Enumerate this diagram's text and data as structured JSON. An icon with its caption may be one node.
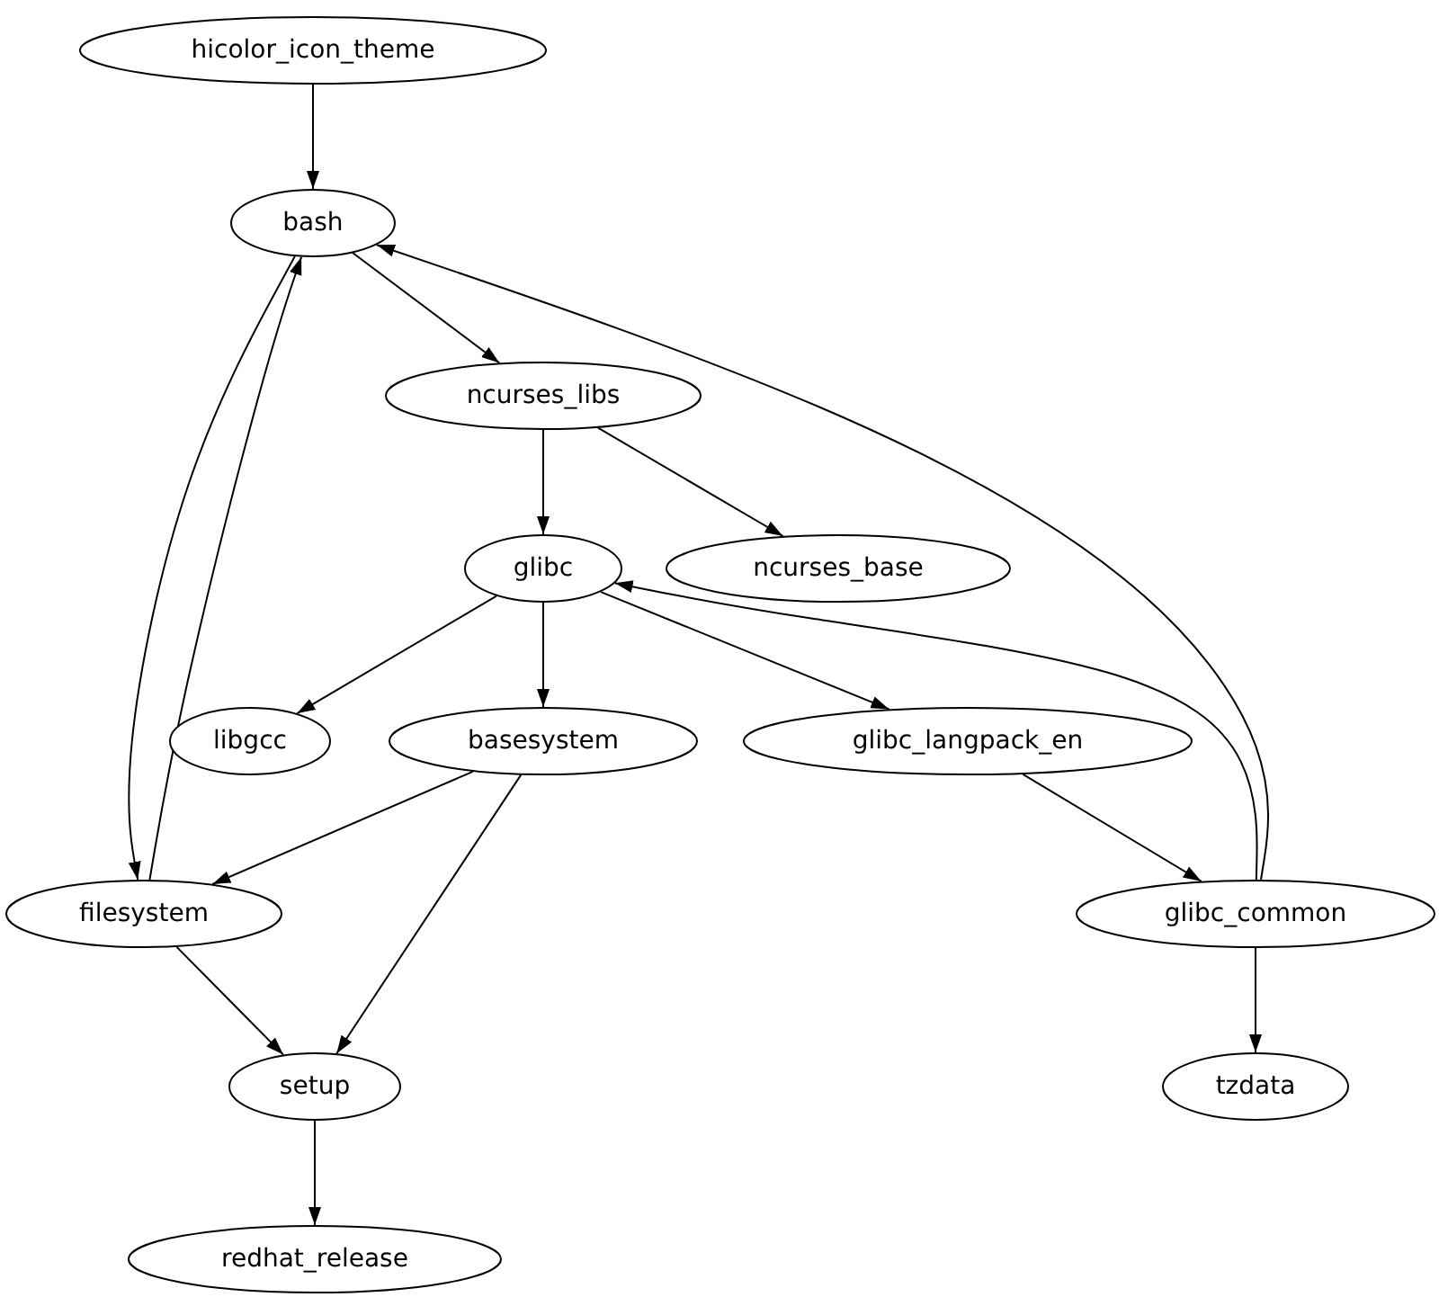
{
  "diagram": {
    "nodes": [
      {
        "text": [
          "hicolor_icon_theme"
        ]
      },
      {
        "text": [
          "bash"
        ]
      },
      {
        "text": [
          "ncurses_libs"
        ]
      },
      {
        "text": [
          "glibc"
        ]
      },
      {
        "text": [
          "ncurses_base"
        ]
      },
      {
        "text": [
          "libgcc"
        ]
      },
      {
        "text": [
          "basesystem"
        ]
      },
      {
        "text": [
          "glibc_langpack_en"
        ]
      },
      {
        "text": [
          "filesystem"
        ]
      },
      {
        "text": [
          "glibc_common"
        ]
      },
      {
        "text": [
          "setup"
        ]
      },
      {
        "text": [
          "tzdata"
        ]
      },
      {
        "text": [
          "redhat_release"
        ]
      }
    ],
    "edges": [
      {
        "from": 0,
        "to": 1,
        "arrow": "to"
      },
      {
        "from": 1,
        "to": 2,
        "arrow": "to"
      },
      {
        "from": 1,
        "to": 8,
        "arrow": "to"
      },
      {
        "from": 8,
        "to": 1,
        "arrow": "to"
      },
      {
        "from": 2,
        "to": 3,
        "arrow": "to"
      },
      {
        "from": 2,
        "to": 4,
        "arrow": "to"
      },
      {
        "from": 3,
        "to": 5,
        "arrow": "to"
      },
      {
        "from": 3,
        "to": 6,
        "arrow": "to"
      },
      {
        "from": 3,
        "to": 7,
        "arrow": "to"
      },
      {
        "from": 9,
        "to": 3,
        "arrow": "to"
      },
      {
        "from": 9,
        "to": 1,
        "arrow": "to"
      },
      {
        "from": 7,
        "to": 9,
        "arrow": "to"
      },
      {
        "from": 9,
        "to": 11,
        "arrow": "to"
      },
      {
        "from": 6,
        "to": 8,
        "arrow": "to"
      },
      {
        "from": 6,
        "to": 10,
        "arrow": "to"
      },
      {
        "from": 8,
        "to": 10,
        "arrow": "to"
      },
      {
        "from": 10,
        "to": 12,
        "arrow": "to"
      }
    ]
  }
}
